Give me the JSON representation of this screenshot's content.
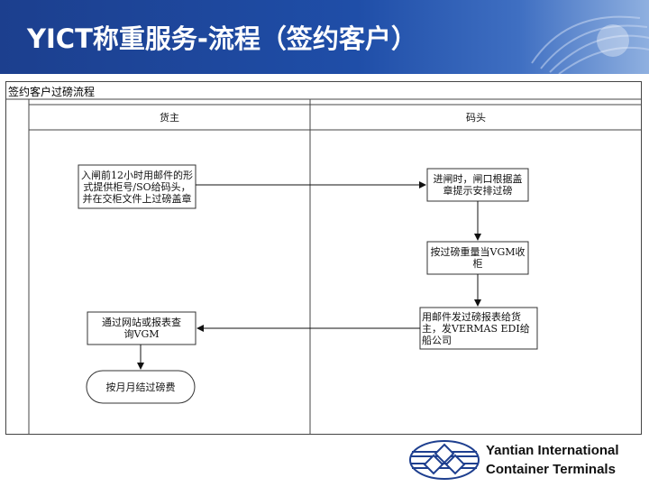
{
  "slide": {
    "title": "YICT称重服务-流程（签约客户）"
  },
  "diagram": {
    "title": "签约客户过磅流程",
    "lanes": [
      {
        "label": "货主"
      },
      {
        "label": "码头"
      }
    ],
    "nodes": {
      "notify": "入闸前12小时用邮件的形式提供柜号/SO给码头，并在交柜文件上过磅盖章",
      "gate_in": "进闸时，闸口根据盖章提示安排过磅",
      "weigh": "按过磅重量当VGM收柜",
      "send_report": "用邮件发过磅报表给货主，发VERMAS EDI给船公司",
      "query": "通过网站或报表查询VGM",
      "settle": "按月月结过磅费"
    }
  },
  "footer": {
    "company_line1": "Yantian International",
    "company_line2": "Container Terminals"
  },
  "colors": {
    "banner": "#1f4ea8",
    "logo_blue": "#1e3f8f"
  }
}
